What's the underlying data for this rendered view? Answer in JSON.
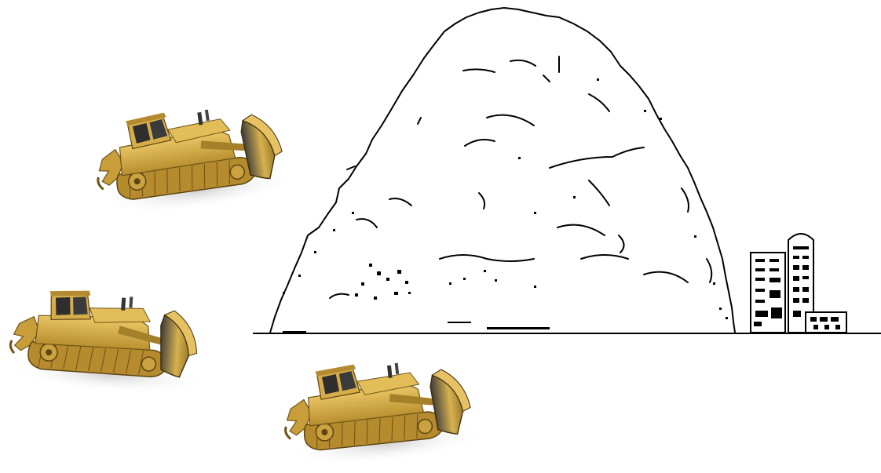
{
  "scene": {
    "description_free": true
  },
  "icons": {
    "bulldozer": "bulldozer-icon",
    "building": "building-icon",
    "mound": "mound-icon"
  },
  "colors": {
    "dozer_body": "#d9b04a",
    "dozer_shadow_tone": "#a8842c",
    "dozer_dark": "#2b2b2b",
    "line_art": "#000000",
    "background": "#ffffff"
  },
  "bulldozers": [
    {
      "id": "dozer-1"
    },
    {
      "id": "dozer-2"
    },
    {
      "id": "dozer-3"
    }
  ]
}
